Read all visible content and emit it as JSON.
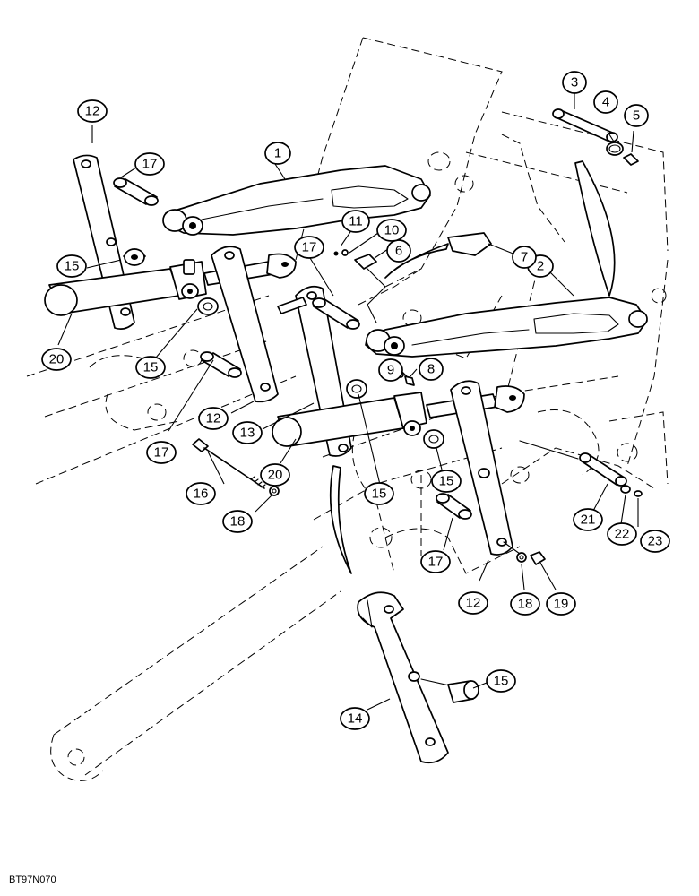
{
  "diagram": {
    "reference_code": "BT97N070",
    "callouts": [
      {
        "id": "c1",
        "label": "1"
      },
      {
        "id": "c2",
        "label": "2"
      },
      {
        "id": "c3",
        "label": "3"
      },
      {
        "id": "c4",
        "label": "4"
      },
      {
        "id": "c5",
        "label": "5"
      },
      {
        "id": "c6",
        "label": "6"
      },
      {
        "id": "c7",
        "label": "7"
      },
      {
        "id": "c8",
        "label": "8"
      },
      {
        "id": "c9",
        "label": "9"
      },
      {
        "id": "c10",
        "label": "10"
      },
      {
        "id": "c11",
        "label": "11"
      },
      {
        "id": "c12a",
        "label": "12"
      },
      {
        "id": "c12b",
        "label": "12"
      },
      {
        "id": "c12c",
        "label": "12"
      },
      {
        "id": "c13",
        "label": "13"
      },
      {
        "id": "c14",
        "label": "14"
      },
      {
        "id": "c15a",
        "label": "15"
      },
      {
        "id": "c15b",
        "label": "15"
      },
      {
        "id": "c15c",
        "label": "15"
      },
      {
        "id": "c15d",
        "label": "15"
      },
      {
        "id": "c15e",
        "label": "15"
      },
      {
        "id": "c16",
        "label": "16"
      },
      {
        "id": "c17a",
        "label": "17"
      },
      {
        "id": "c17b",
        "label": "17"
      },
      {
        "id": "c17c",
        "label": "17"
      },
      {
        "id": "c17d",
        "label": "17"
      },
      {
        "id": "c18a",
        "label": "18"
      },
      {
        "id": "c18b",
        "label": "18"
      },
      {
        "id": "c19",
        "label": "19"
      },
      {
        "id": "c20a",
        "label": "20"
      },
      {
        "id": "c20b",
        "label": "20"
      },
      {
        "id": "c21",
        "label": "21"
      },
      {
        "id": "c22",
        "label": "22"
      },
      {
        "id": "c23",
        "label": "23"
      }
    ]
  }
}
